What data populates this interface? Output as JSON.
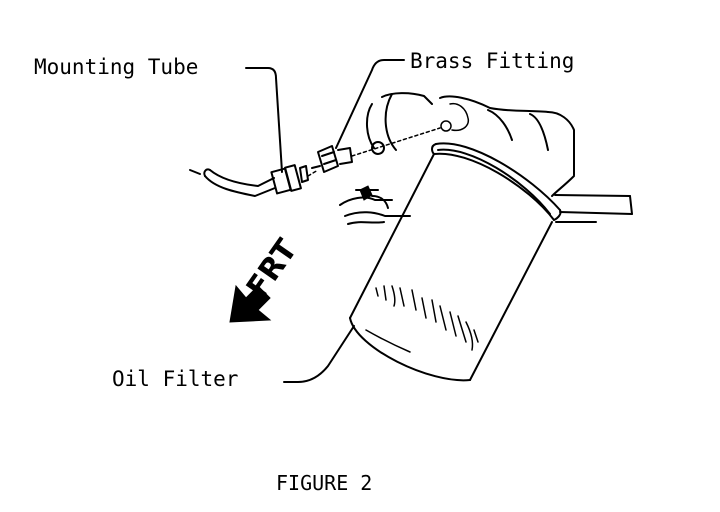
{
  "labels": {
    "mounting_tube": "Mounting Tube",
    "brass_fitting": "Brass Fitting",
    "oil_filter": "Oil Filter",
    "direction": "FRT"
  },
  "caption": "FIGURE 2",
  "colors": {
    "ink": "#000000",
    "background": "#ffffff"
  }
}
